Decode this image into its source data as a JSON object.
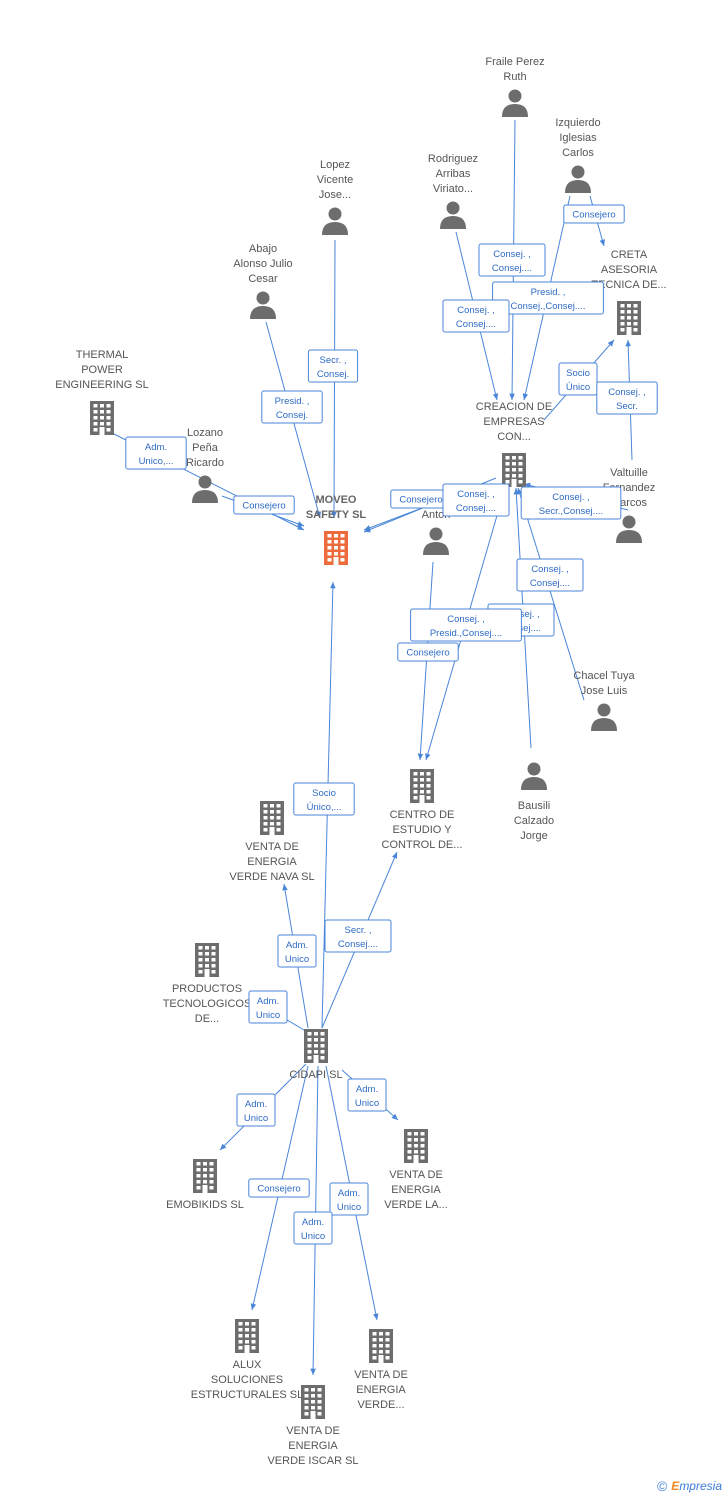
{
  "nodes": {
    "fraile": {
      "label": [
        "Fraile Perez",
        "Ruth"
      ],
      "type": "person"
    },
    "izquierdo": {
      "label": [
        "Izquierdo",
        "Iglesias",
        "Carlos"
      ],
      "type": "person"
    },
    "rodriguez": {
      "label": [
        "Rodriguez",
        "Arribas",
        "Viriato..."
      ],
      "type": "person"
    },
    "lopez": {
      "label": [
        "Lopez",
        "Vicente",
        "Jose..."
      ],
      "type": "person"
    },
    "abajo": {
      "label": [
        "Abajo",
        "Alonso Julio",
        "Cesar"
      ],
      "type": "person"
    },
    "thermal": {
      "label": [
        "THERMAL",
        "POWER",
        "ENGINEERING  SL"
      ],
      "type": "company"
    },
    "lozano": {
      "label": [
        "Lozano",
        "Peña",
        "Ricardo"
      ],
      "type": "person"
    },
    "moveo": {
      "label": [
        "MOVEO",
        "SAFETY SL"
      ],
      "type": "company",
      "main": true
    },
    "creta": {
      "label": [
        "CRETA",
        "ASESORIA",
        "TECNICA DE..."
      ],
      "type": "company"
    },
    "creacion": {
      "label": [
        "CREACION DE",
        "EMPRESAS",
        "CON..."
      ],
      "type": "company"
    },
    "hidalgo": {
      "label": [
        "Hidalgo",
        "Anton"
      ],
      "type": "person"
    },
    "valtuille": {
      "label": [
        "Valtuille",
        "Fernandez",
        "Marcos"
      ],
      "type": "person"
    },
    "chacel": {
      "label": [
        "Chacel Tuya",
        "Jose Luis"
      ],
      "type": "person"
    },
    "centro": {
      "label": [
        "CENTRO DE",
        "ESTUDIO Y",
        "CONTROL DE..."
      ],
      "type": "company"
    },
    "bausili": {
      "label": [
        "Bausili",
        "Calzado",
        "Jorge"
      ],
      "type": "person"
    },
    "venta_nava": {
      "label": [
        "VENTA DE",
        "ENERGIA",
        "VERDE NAVA SL"
      ],
      "type": "company"
    },
    "productos": {
      "label": [
        "PRODUCTOS",
        "TECNOLOGICOS",
        "DE..."
      ],
      "type": "company"
    },
    "cidapi": {
      "label": [
        "CIDAPI SL"
      ],
      "type": "company"
    },
    "emobikids": {
      "label": [
        "EMOBIKIDS SL"
      ],
      "type": "company"
    },
    "venta_la": {
      "label": [
        "VENTA DE",
        "ENERGIA",
        "VERDE LA..."
      ],
      "type": "company"
    },
    "alux": {
      "label": [
        "ALUX",
        "SOLUCIONES",
        "ESTRUCTURALES SL"
      ],
      "type": "company"
    },
    "venta_verde": {
      "label": [
        "VENTA DE",
        "ENERGIA",
        "VERDE..."
      ],
      "type": "company"
    },
    "venta_iscar": {
      "label": [
        "VENTA DE",
        "ENERGIA",
        "VERDE ISCAR SL"
      ],
      "type": "company"
    }
  },
  "edges": [
    {
      "id": "e_lopez",
      "label": [
        "Secr. ,",
        "Consej."
      ]
    },
    {
      "id": "e_abajo",
      "label": [
        "Presid. ,",
        "Consej."
      ]
    },
    {
      "id": "e_thermal",
      "label": [
        "Adm.",
        "Unico,..."
      ]
    },
    {
      "id": "e_lozano",
      "label": [
        "Consejero"
      ]
    },
    {
      "id": "e_hidalgo_moveo",
      "label": [
        "Consejero"
      ]
    },
    {
      "id": "e_fraile",
      "label": [
        "Consej. ,",
        "Consej...."
      ]
    },
    {
      "id": "e_izq_creta",
      "label": [
        "Consejero"
      ]
    },
    {
      "id": "e_izq_creacion",
      "label": [
        "Presid. ,",
        "Consej.,Consej...."
      ]
    },
    {
      "id": "e_rodriguez",
      "label": [
        "Consej. ,",
        "Consej...."
      ]
    },
    {
      "id": "e_creacion_creta",
      "label": [
        "Socio",
        "Único"
      ]
    },
    {
      "id": "e_valtuille_creta",
      "label": [
        "Consej. ,",
        "Secr."
      ]
    },
    {
      "id": "e_creacion_moveo",
      "label": [
        "Consej. ,",
        "Consej...."
      ]
    },
    {
      "id": "e_valtuille_creacion",
      "label": [
        "Consej. ,",
        "Secr.,Consej...."
      ]
    },
    {
      "id": "e_chacel",
      "label": [
        "Consej. ,",
        "Consej...."
      ]
    },
    {
      "id": "e_bausili",
      "label": [
        "Consej. ,",
        "Consej...."
      ]
    },
    {
      "id": "e_creacion_centro",
      "label": [
        "Consej. ,",
        "Presid.,Consej...."
      ]
    },
    {
      "id": "e_hidalgo_centro",
      "label": [
        "Consejero"
      ]
    },
    {
      "id": "e_cidapi_moveo",
      "label": [
        "Socio",
        "Único,..."
      ]
    },
    {
      "id": "e_cidapi_centro",
      "label": [
        "Secr. ,",
        "Consej...."
      ]
    },
    {
      "id": "e_cidapi_nava",
      "label": [
        "Adm.",
        "Unico"
      ]
    },
    {
      "id": "e_cidapi_productos",
      "label": [
        "Adm.",
        "Unico"
      ]
    },
    {
      "id": "e_cidapi_emobikids",
      "label": [
        "Adm.",
        "Unico"
      ]
    },
    {
      "id": "e_cidapi_la",
      "label": [
        "Adm.",
        "Unico"
      ]
    },
    {
      "id": "e_cidapi_alux",
      "label": [
        "Consejero"
      ]
    },
    {
      "id": "e_cidapi_verde",
      "label": [
        "Adm.",
        "Unico"
      ]
    },
    {
      "id": "e_cidapi_iscar",
      "label": [
        "Adm.",
        "Unico"
      ]
    }
  ],
  "colors": {
    "edge": "#4a86d8",
    "node": "#6d6d6d",
    "main": "#ee6c3c"
  },
  "footer": {
    "copyright": "©",
    "brand_initial": "E",
    "brand_rest": "mpresia"
  }
}
